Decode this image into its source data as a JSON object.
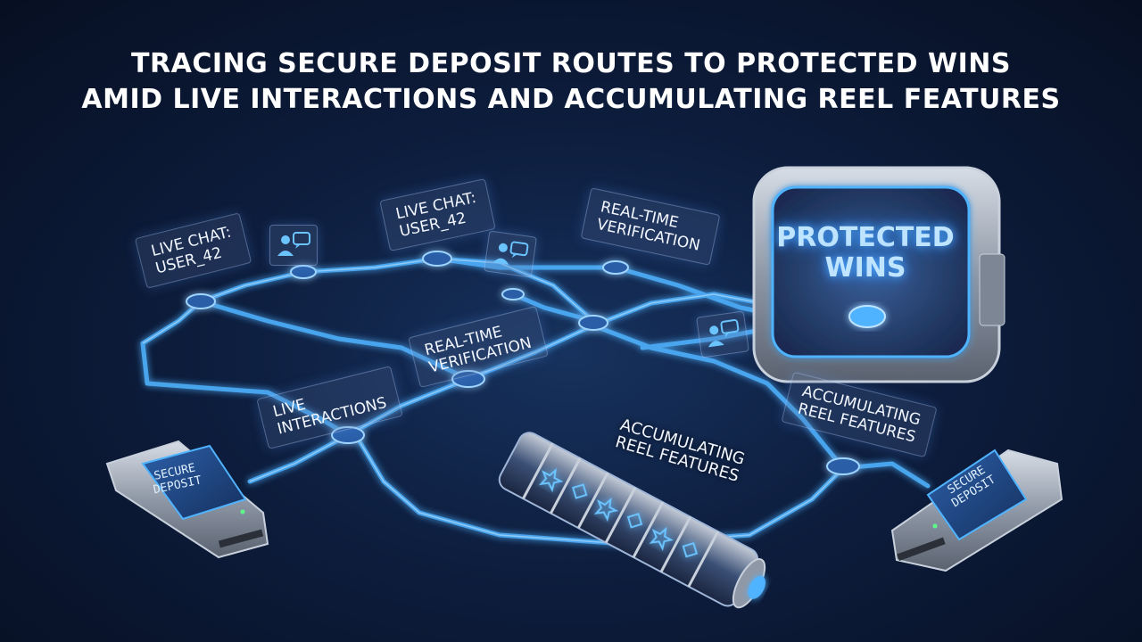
{
  "title": {
    "line1": "TRACING SECURE DEPOSIT ROUTES TO PROTECTED WINS",
    "line2": "AMID LIVE INTERACTIONS AND ACCUMULATING REEL FEATURES"
  },
  "vault": {
    "line1": "PROTECTED",
    "line2": "WINS"
  },
  "terminals": [
    {
      "line1": "SECURE",
      "line2": "DEPOSIT"
    },
    {
      "line1": "SECURE",
      "line2": "DEPOSIT"
    }
  ],
  "panels": {
    "live_chat_left": {
      "line1": "LIVE CHAT:",
      "line2": "USER_42"
    },
    "live_chat_center": {
      "line1": "LIVE CHAT:",
      "line2": "USER_42"
    },
    "realtime_top": {
      "line1": "REAL-TIME",
      "line2": "VERIFICATION"
    },
    "realtime_mid": {
      "line1": "REAL-TIME",
      "line2": "VERIFICATION"
    },
    "live_interactions": {
      "line1": "LIVE",
      "line2": "INTERACTIONS"
    },
    "reel_features_center": {
      "line1": "ACCUMULATING",
      "line2": "REEL FEATURES"
    },
    "reel_features_right": {
      "line1": "ACCUMULATING",
      "line2": "REEL FEATURES"
    }
  },
  "icons": [
    "chat-user-icon",
    "chat-user-icon",
    "chat-user-icon",
    "node-icon",
    "star-icon"
  ],
  "colors": {
    "glow": "#4fb3ff",
    "background": "#0d1d3d",
    "metal": "#9aa3b2"
  }
}
